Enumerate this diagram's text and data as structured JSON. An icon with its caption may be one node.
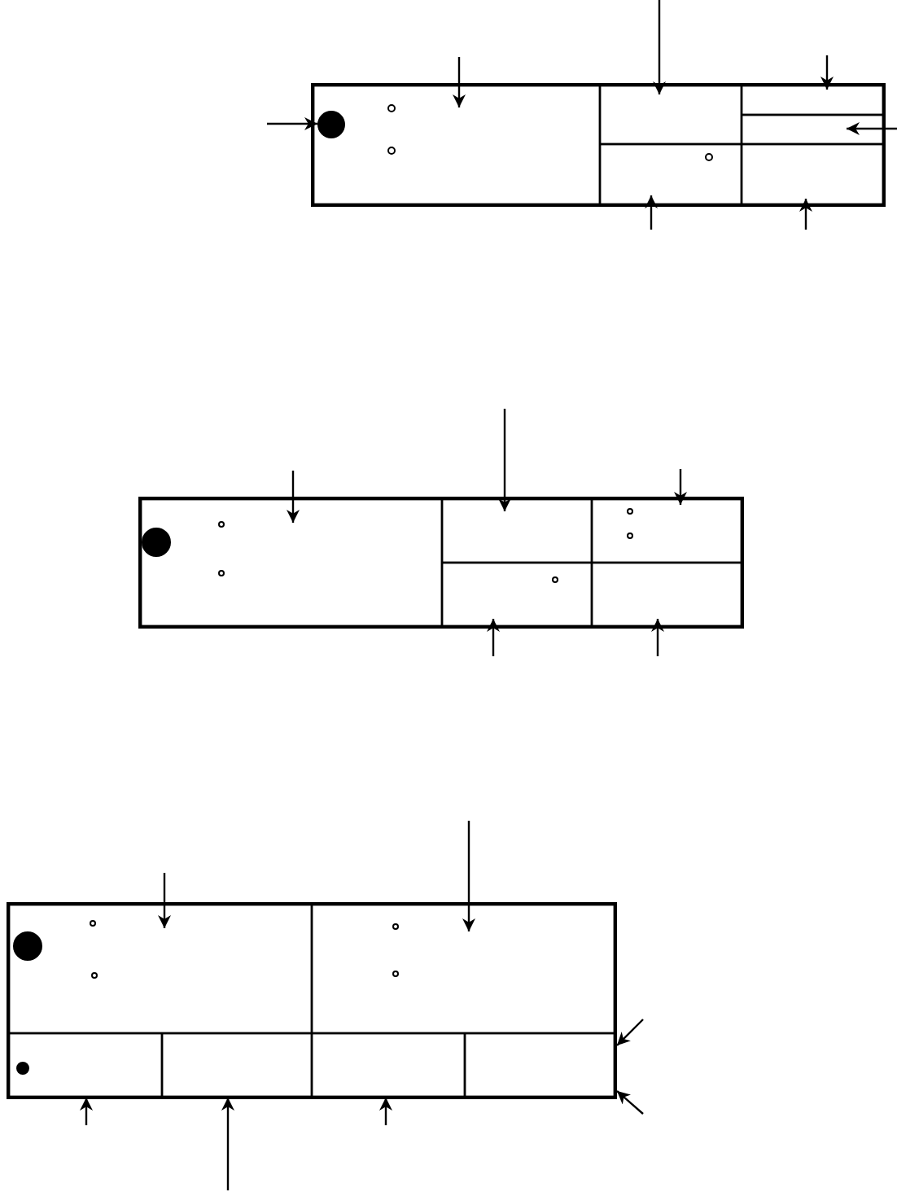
{
  "diagram": {
    "nodes": [
      {
        "text": [],
        "shape": "box"
      },
      {
        "text": [],
        "shape": "box",
        "in": 0
      },
      {
        "text": [],
        "shape": "box",
        "in": 0
      },
      {
        "text": [],
        "shape": "box",
        "in": 0
      },
      {
        "text": [],
        "shape": "box",
        "in": 0
      },
      {
        "text": [],
        "shape": "box",
        "in": 0
      },
      {
        "text": [],
        "shape": "box",
        "in": 0
      },
      {
        "text": [],
        "shape": "circle",
        "in": 1
      },
      {
        "text": [],
        "shape": "box"
      },
      {
        "text": [],
        "shape": "box",
        "in": 8
      },
      {
        "text": [],
        "shape": "box",
        "in": 8
      },
      {
        "text": [],
        "shape": "box",
        "in": 8
      },
      {
        "text": [],
        "shape": "box",
        "in": 8
      },
      {
        "text": [],
        "shape": "box",
        "in": 8
      },
      {
        "text": [],
        "shape": "box"
      },
      {
        "text": [],
        "shape": "box",
        "in": 14
      },
      {
        "text": [],
        "shape": "box",
        "in": 14
      },
      {
        "text": [],
        "shape": "box",
        "in": 14
      },
      {
        "text": [],
        "shape": "box",
        "in": 14
      },
      {
        "text": [],
        "shape": "box",
        "in": 14
      },
      {
        "text": [],
        "shape": "box",
        "in": 14
      }
    ],
    "edges": [
      {
        "from": null,
        "to": 1,
        "arrow": "to"
      },
      {
        "from": null,
        "to": 2,
        "arrow": "to"
      },
      {
        "from": null,
        "to": 4,
        "arrow": "to"
      },
      {
        "from": null,
        "to": 5,
        "arrow": "to"
      },
      {
        "from": null,
        "to": 3,
        "arrow": "to"
      },
      {
        "from": null,
        "to": 6,
        "arrow": "to"
      },
      {
        "from": null,
        "to": 7,
        "arrow": "to"
      },
      {
        "from": null,
        "to": 9,
        "arrow": "to"
      },
      {
        "from": null,
        "to": 10,
        "arrow": "to"
      },
      {
        "from": null,
        "to": 12,
        "arrow": "to"
      },
      {
        "from": null,
        "to": 11,
        "arrow": "to"
      },
      {
        "from": null,
        "to": 13,
        "arrow": "to"
      },
      {
        "from": null,
        "to": 15,
        "arrow": "to"
      },
      {
        "from": null,
        "to": 16,
        "arrow": "to"
      },
      {
        "from": null,
        "to": 17,
        "arrow": "to"
      },
      {
        "from": null,
        "to": 18,
        "arrow": "to"
      },
      {
        "from": null,
        "to": 19,
        "arrow": "to"
      },
      {
        "from": null,
        "to": 14,
        "arrow": "to"
      },
      {
        "from": null,
        "to": 14,
        "arrow": "to"
      }
    ]
  }
}
